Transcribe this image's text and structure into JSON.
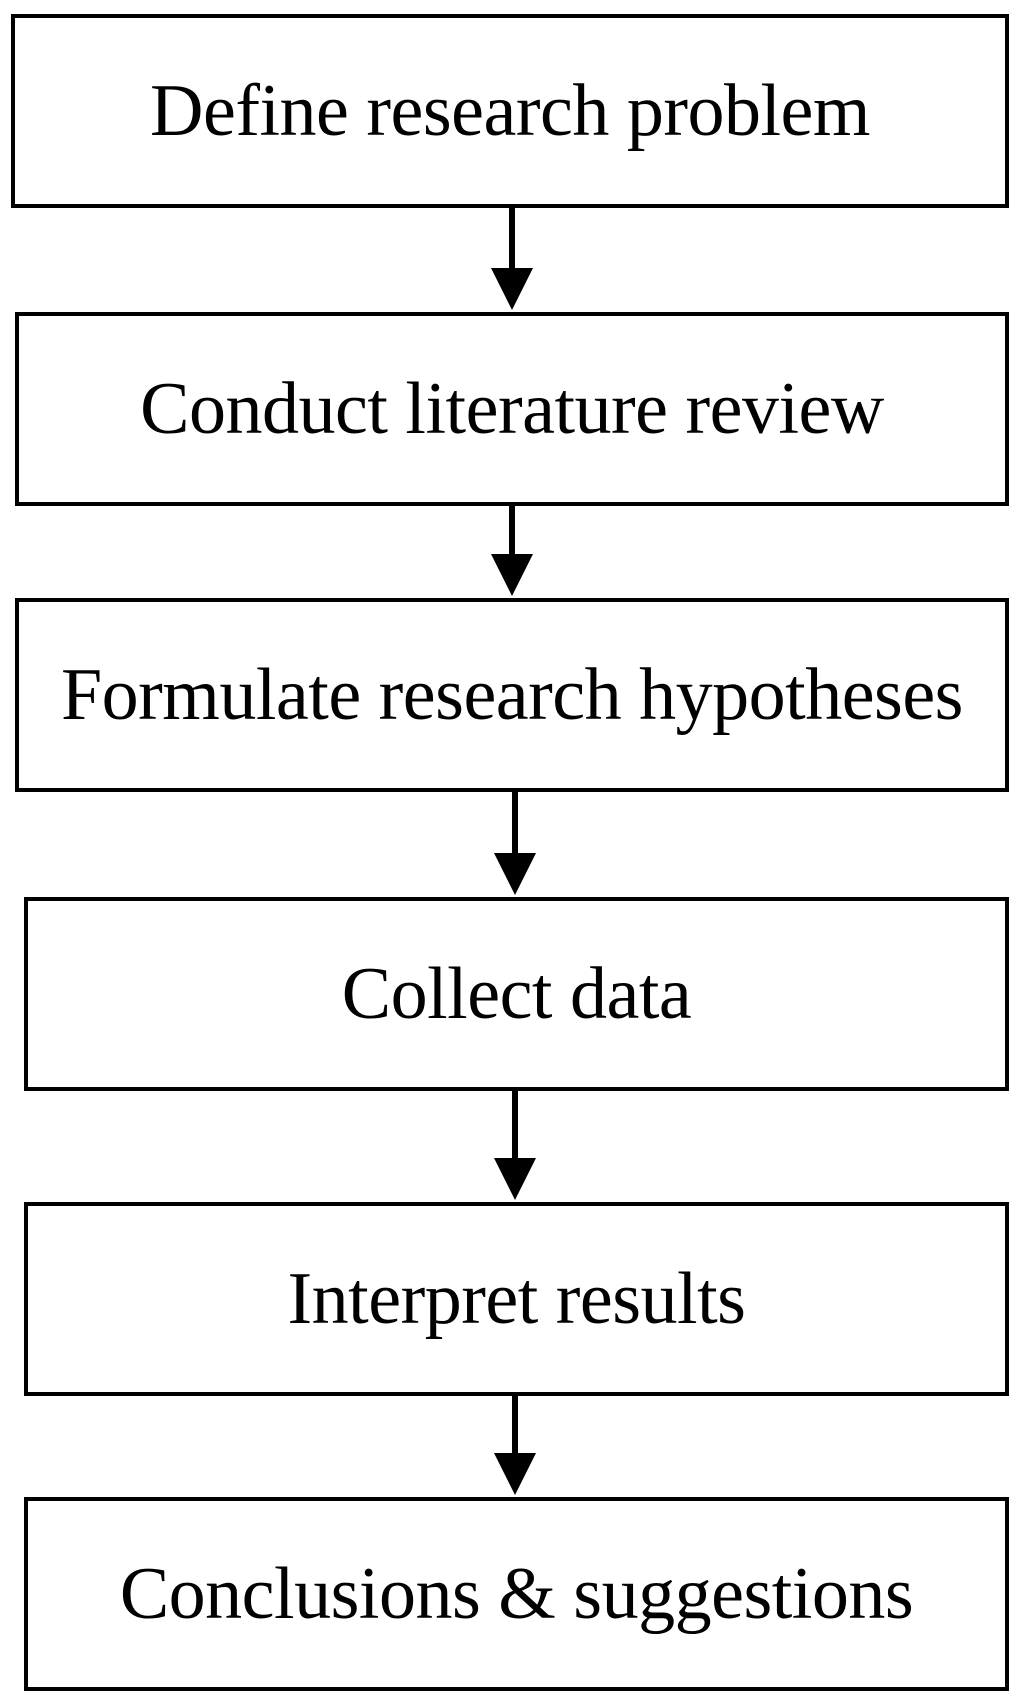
{
  "diagram": {
    "steps": [
      {
        "label": "Define research problem"
      },
      {
        "label": "Conduct literature review"
      },
      {
        "label": "Formulate research hypotheses"
      },
      {
        "label": "Collect data"
      },
      {
        "label": "Interpret results"
      },
      {
        "label": "Conclusions & suggestions"
      }
    ],
    "line_color": "#000000",
    "box_fill": "#ffffff"
  }
}
